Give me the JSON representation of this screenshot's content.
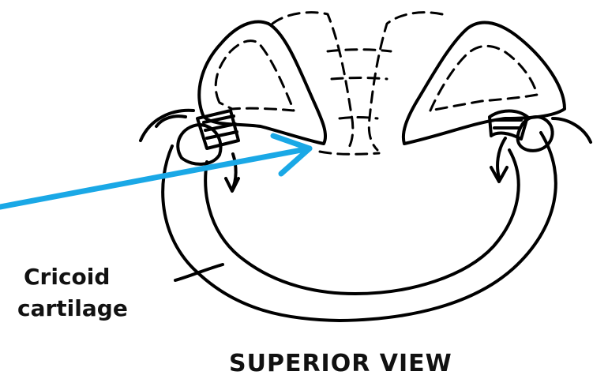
{
  "labels": {
    "cricoid_line1": "Cricoid",
    "cricoid_line2": "cartilage",
    "view_caption": "SUPERIOR VIEW"
  },
  "colors": {
    "pointer_arrow": "#1aa8e6",
    "line_art": "#000000",
    "background": "#ffffff"
  }
}
